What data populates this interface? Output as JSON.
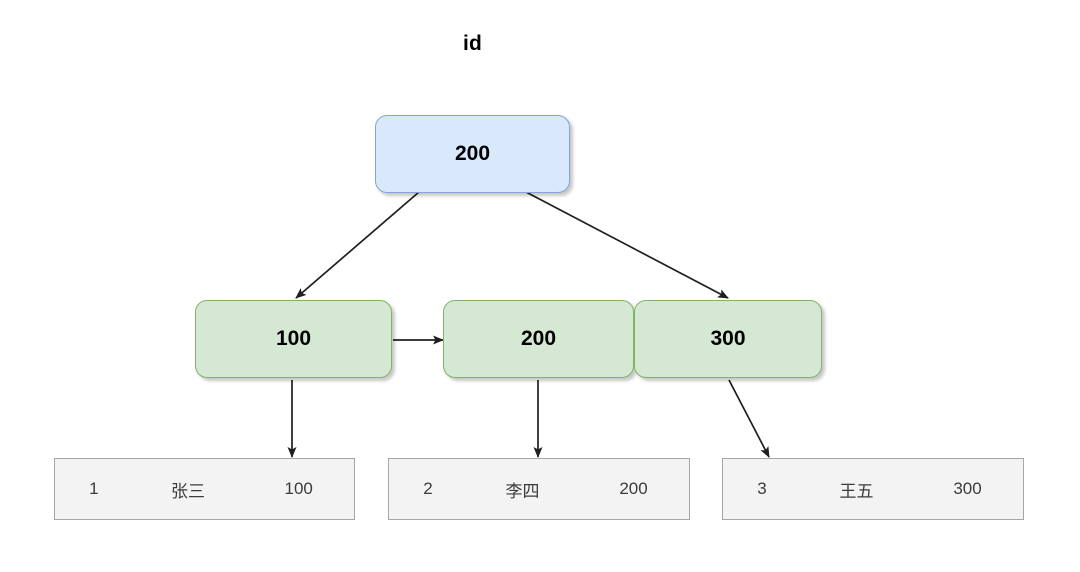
{
  "title": "id",
  "colors": {
    "root_fill": "#dae8fc",
    "root_stroke": "#7ea6d9",
    "index_fill": "#d5e8d4",
    "index_stroke": "#82b366",
    "row_fill": "#f3f3f3",
    "row_stroke": "#a6a6a6",
    "arrow": "#1f1f1f",
    "background": "#ffffff"
  },
  "tree": {
    "root": {
      "label": "200"
    },
    "level2": [
      {
        "label": "100"
      },
      {
        "label": "200"
      },
      {
        "label": "300"
      }
    ]
  },
  "rows": [
    {
      "id": "1",
      "name": "张三",
      "value": "100"
    },
    {
      "id": "2",
      "name": "李四",
      "value": "200"
    },
    {
      "id": "3",
      "name": "王五",
      "value": "300"
    }
  ]
}
